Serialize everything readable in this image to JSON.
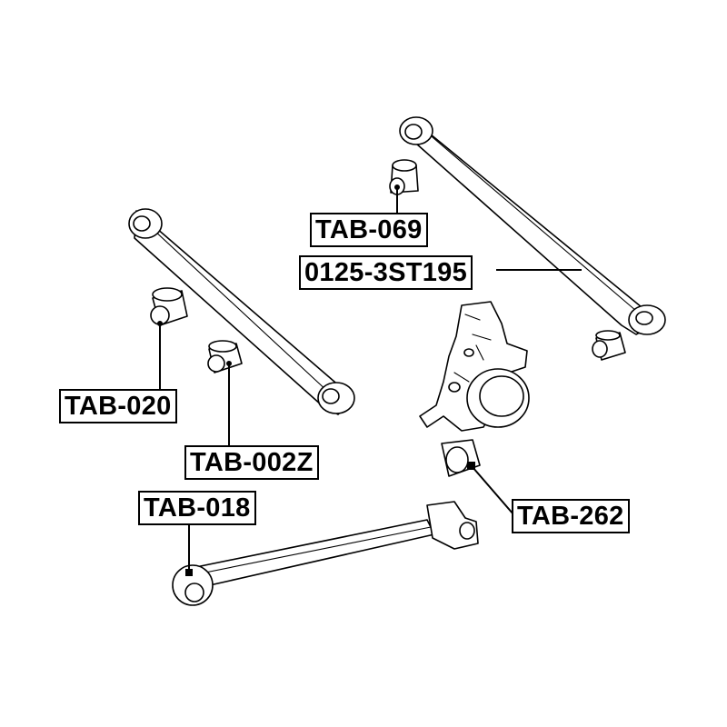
{
  "labels": {
    "tab_069": "TAB-069",
    "p_0125_3st195": "0125-3ST195",
    "tab_020": "TAB-020",
    "tab_002z": "TAB-002Z",
    "tab_018": "TAB-018",
    "tab_262": "TAB-262"
  }
}
